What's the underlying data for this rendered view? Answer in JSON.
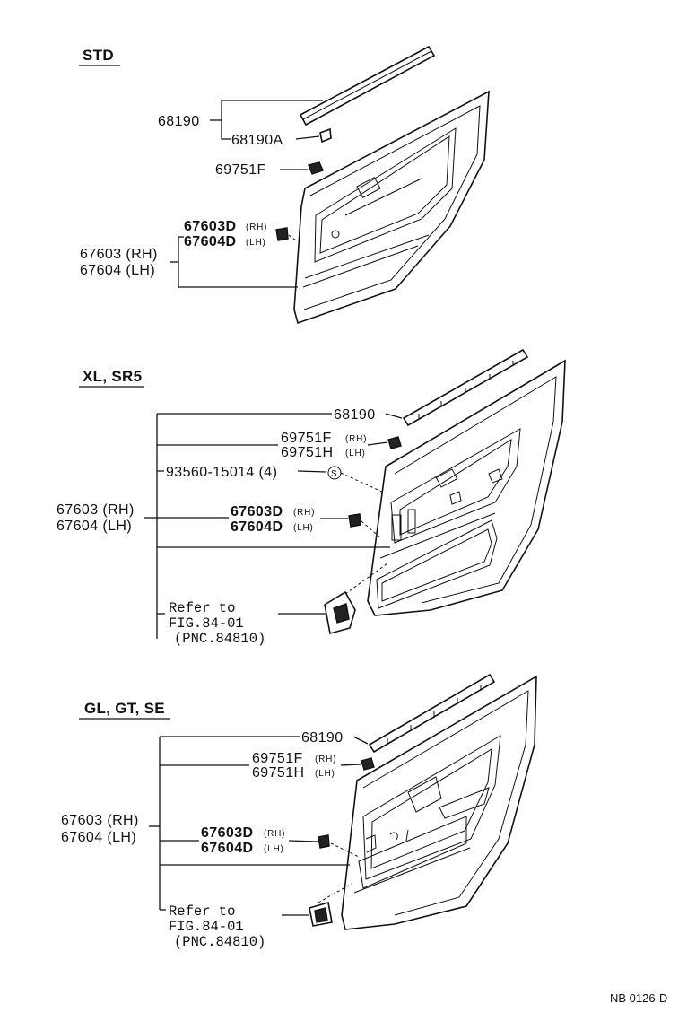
{
  "sections": {
    "std": {
      "heading": "STD",
      "labels": {
        "p68190": "68190",
        "p68190a": "68190A",
        "p69751f": "69751F",
        "p67603d": "67603D",
        "rh": "(RH)",
        "p67604d": "67604D",
        "lh": "(LH)",
        "p67603rh": "67603 (RH)",
        "p67604lh": "67604 (LH)"
      }
    },
    "xl": {
      "heading": "XL, SR5",
      "labels": {
        "p68190": "68190",
        "p69751f": "69751F",
        "rh": "(RH)",
        "p69751h": "69751H",
        "lh": "(LH)",
        "p93560": "93560-15014 (4)",
        "screw_mark": "S",
        "p67603rh": "67603 (RH)",
        "p67604lh": "67604 (LH)",
        "p67603d": "67603D",
        "p67604d": "67604D",
        "refer": "Refer to",
        "fig": "FIG.84-01",
        "pnc": "(PNC.84810)"
      }
    },
    "gl": {
      "heading": "GL, GT, SE",
      "labels": {
        "p68190": "68190",
        "p69751f": "69751F",
        "rh": "(RH)",
        "p69751h": "69751H",
        "lh": "(LH)",
        "p67603rh": "67603 (RH)",
        "p67604lh": "67604 (LH)",
        "p67603d": "67603D",
        "p67604d": "67604D",
        "refer": "Refer to",
        "fig": "FIG.84-01",
        "pnc": "(PNC.84810)"
      }
    }
  },
  "footer": {
    "code": "NB 0126-D"
  }
}
